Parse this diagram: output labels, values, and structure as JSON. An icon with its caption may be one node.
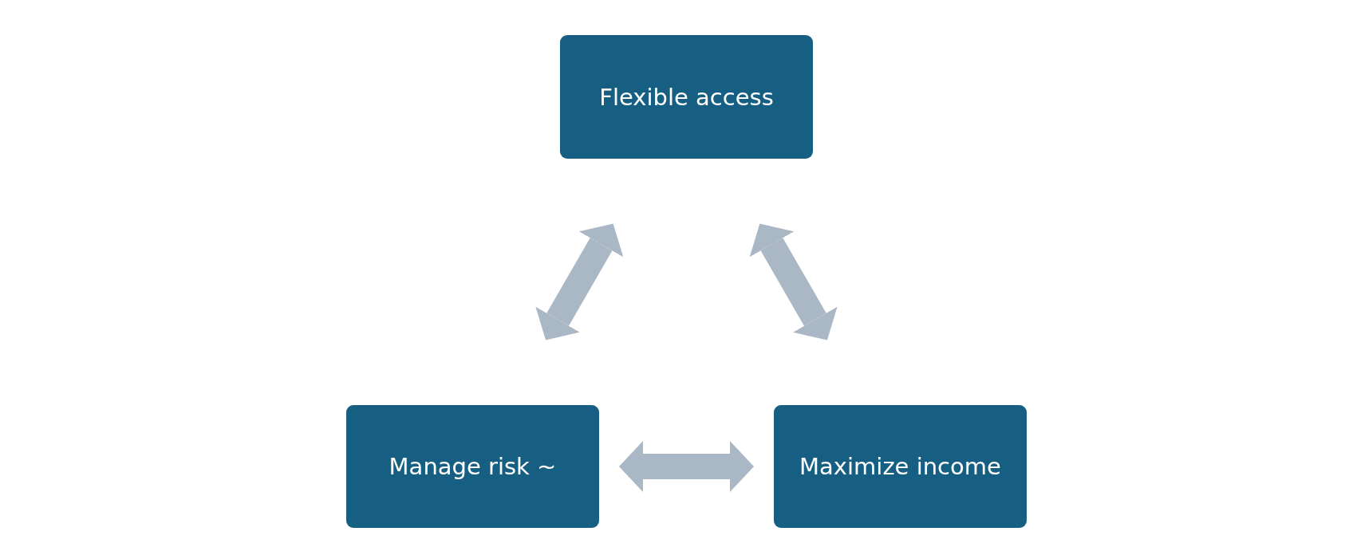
{
  "diagram": {
    "nodes": [
      {
        "text": [
          "Flexible access"
        ]
      },
      {
        "text": [
          "Manage risk ~"
        ]
      },
      {
        "text": [
          "Maximize income"
        ]
      }
    ],
    "edges": [
      {
        "from": 0,
        "to": 1,
        "arrow": "both"
      },
      {
        "from": 0,
        "to": 2,
        "arrow": "both"
      },
      {
        "from": 1,
        "to": 2,
        "arrow": "both"
      }
    ]
  }
}
